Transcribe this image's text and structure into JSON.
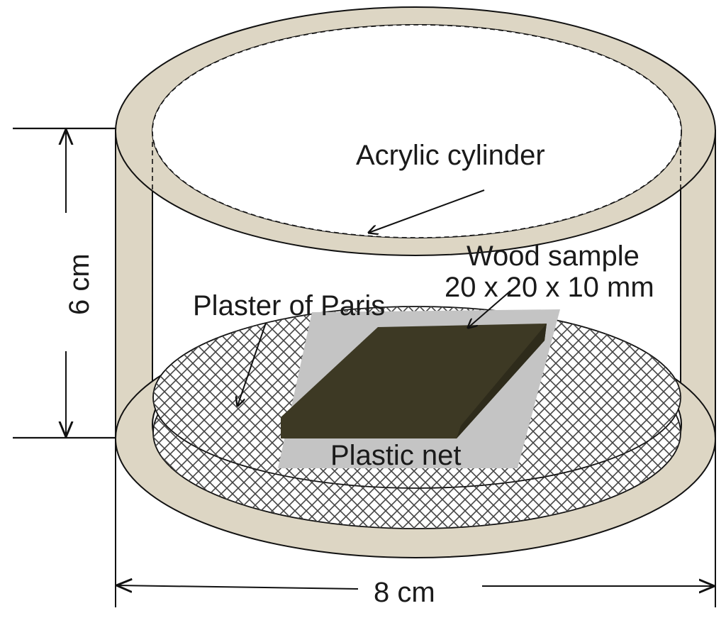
{
  "labels": {
    "acrylic": "Acrylic cylinder",
    "wood_line1": "Wood sample",
    "wood_line2": "20 x 20 x 10 mm",
    "plaster": "Plaster of Paris",
    "net": "Plastic net",
    "height": "6 cm",
    "width": "8 cm"
  },
  "colors": {
    "cylinder_wall": "#ddd6c4",
    "outline": "#111111",
    "sample_board": "#c4c4c4",
    "wood": "#3d3924",
    "net_line": "#444444",
    "background": "#ffffff"
  }
}
